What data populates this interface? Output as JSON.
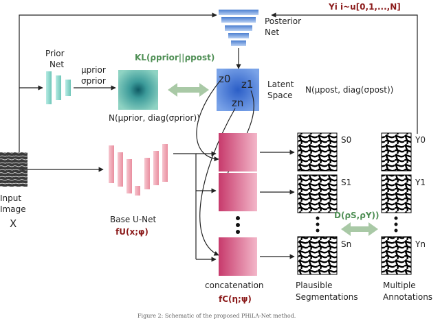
{
  "labels": {
    "input_image": "Input",
    "input_image2": "Image",
    "input_x": "X",
    "prior_net": "Prior",
    "prior_net2": "Net",
    "mu_prior": "μprior",
    "sigma_prior": "σprior",
    "posterior_net": "Posterior",
    "posterior_net2": "Net",
    "kl": "KL(ρprior||ρpost)",
    "prior_dist": "N(μprior, diag(σprior))",
    "post_dist": "N(μpost, diag(σpost))",
    "latent": "Latent",
    "latent2": "Space",
    "z0": "z0",
    "z1": "z1",
    "zn": "zn",
    "yi": "Yi i~u[0,1,...,N]",
    "base_unet": "Base U-Net",
    "fu": "fU(x;φ)",
    "concat": "concatenation",
    "fc": "fC(η;ψ)",
    "plausible": "Plausible",
    "segmentations": "Segmentations",
    "multiple": "Multiple",
    "annotations": "Annotations",
    "dist_d": "D(ρS,ρY))",
    "s0": "S0",
    "s1": "S1",
    "sn": "Sn",
    "y0": "Y0",
    "y1": "Y1",
    "yn": "Yn",
    "caption": "Figure 2: Schematic of the proposed PHiLA-Net method."
  },
  "colors": {
    "prior_net": "#7fd1c6",
    "posterior_net": "#6f9ee0",
    "unet": "#f0aab8",
    "concat": "#d9557f",
    "kl_text": "#4f8f55",
    "red_text": "#8b1a1a"
  }
}
